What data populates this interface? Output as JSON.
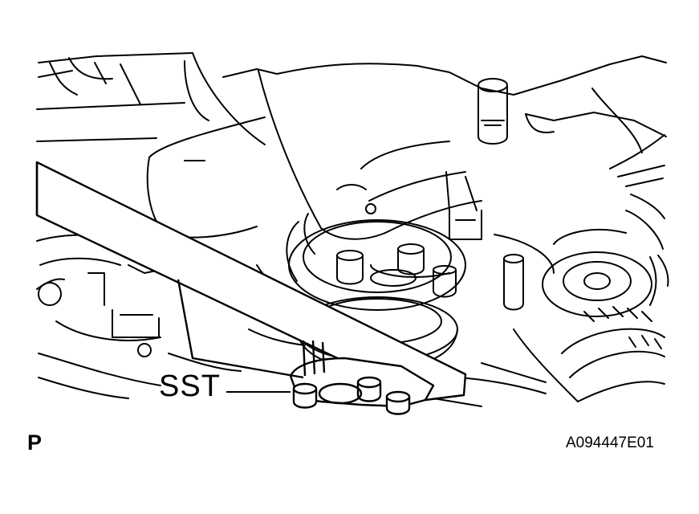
{
  "callout": {
    "label": "SST"
  },
  "view_marker": "P",
  "figure_code": "A094447E01"
}
